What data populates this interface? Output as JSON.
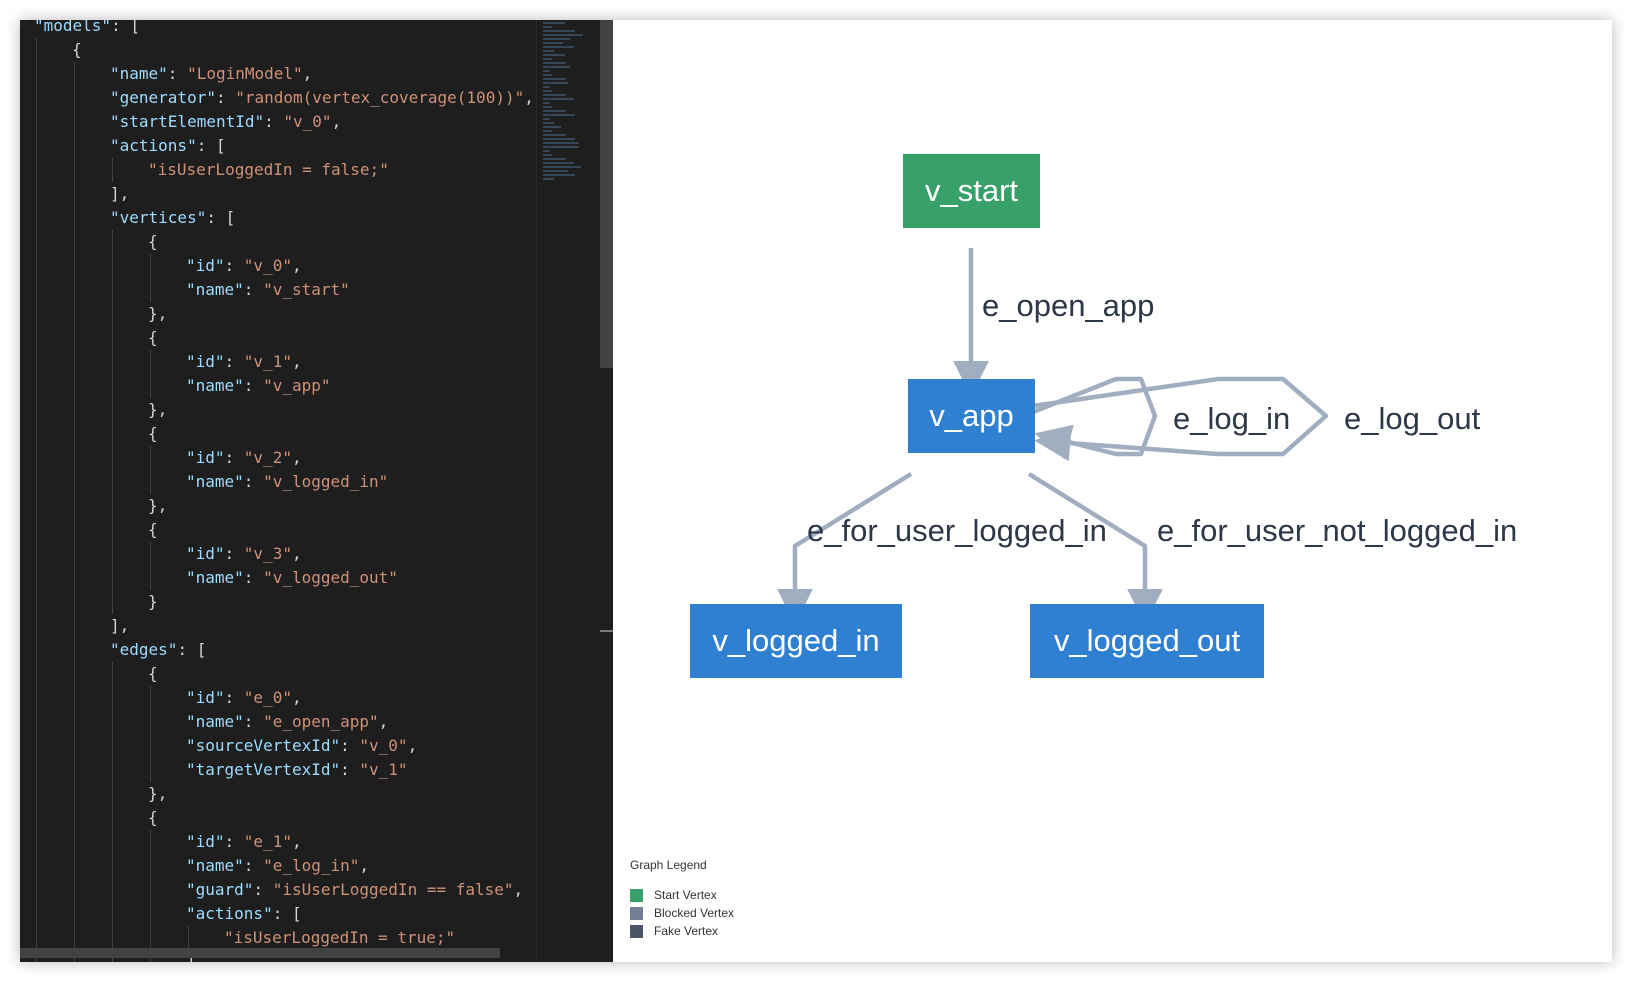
{
  "editor": {
    "code_lines": [
      {
        "indent": 0,
        "tokens": [
          {
            "t": "k",
            "v": "\"models\""
          },
          {
            "t": "p",
            "v": ": ["
          }
        ]
      },
      {
        "indent": 1,
        "tokens": [
          {
            "t": "p",
            "v": "{"
          }
        ]
      },
      {
        "indent": 2,
        "tokens": [
          {
            "t": "k",
            "v": "\"name\""
          },
          {
            "t": "p",
            "v": ": "
          },
          {
            "t": "s",
            "v": "\"LoginModel\""
          },
          {
            "t": "p",
            "v": ","
          }
        ]
      },
      {
        "indent": 2,
        "tokens": [
          {
            "t": "k",
            "v": "\"generator\""
          },
          {
            "t": "p",
            "v": ": "
          },
          {
            "t": "s",
            "v": "\"random(vertex_coverage(100))\""
          },
          {
            "t": "p",
            "v": ","
          }
        ]
      },
      {
        "indent": 2,
        "tokens": [
          {
            "t": "k",
            "v": "\"startElementId\""
          },
          {
            "t": "p",
            "v": ": "
          },
          {
            "t": "s",
            "v": "\"v_0\""
          },
          {
            "t": "p",
            "v": ","
          }
        ]
      },
      {
        "indent": 2,
        "tokens": [
          {
            "t": "k",
            "v": "\"actions\""
          },
          {
            "t": "p",
            "v": ": ["
          }
        ]
      },
      {
        "indent": 3,
        "tokens": [
          {
            "t": "s",
            "v": "\"isUserLoggedIn = false;\""
          }
        ]
      },
      {
        "indent": 2,
        "tokens": [
          {
            "t": "p",
            "v": "],"
          }
        ]
      },
      {
        "indent": 2,
        "tokens": [
          {
            "t": "k",
            "v": "\"vertices\""
          },
          {
            "t": "p",
            "v": ": ["
          }
        ]
      },
      {
        "indent": 3,
        "tokens": [
          {
            "t": "p",
            "v": "{"
          }
        ]
      },
      {
        "indent": 4,
        "tokens": [
          {
            "t": "k",
            "v": "\"id\""
          },
          {
            "t": "p",
            "v": ": "
          },
          {
            "t": "s",
            "v": "\"v_0\""
          },
          {
            "t": "p",
            "v": ","
          }
        ]
      },
      {
        "indent": 4,
        "tokens": [
          {
            "t": "k",
            "v": "\"name\""
          },
          {
            "t": "p",
            "v": ": "
          },
          {
            "t": "s",
            "v": "\"v_start\""
          }
        ]
      },
      {
        "indent": 3,
        "tokens": [
          {
            "t": "p",
            "v": "},"
          }
        ]
      },
      {
        "indent": 3,
        "tokens": [
          {
            "t": "p",
            "v": "{"
          }
        ]
      },
      {
        "indent": 4,
        "tokens": [
          {
            "t": "k",
            "v": "\"id\""
          },
          {
            "t": "p",
            "v": ": "
          },
          {
            "t": "s",
            "v": "\"v_1\""
          },
          {
            "t": "p",
            "v": ","
          }
        ]
      },
      {
        "indent": 4,
        "tokens": [
          {
            "t": "k",
            "v": "\"name\""
          },
          {
            "t": "p",
            "v": ": "
          },
          {
            "t": "s",
            "v": "\"v_app\""
          }
        ]
      },
      {
        "indent": 3,
        "tokens": [
          {
            "t": "p",
            "v": "},"
          }
        ]
      },
      {
        "indent": 3,
        "tokens": [
          {
            "t": "p",
            "v": "{"
          }
        ]
      },
      {
        "indent": 4,
        "tokens": [
          {
            "t": "k",
            "v": "\"id\""
          },
          {
            "t": "p",
            "v": ": "
          },
          {
            "t": "s",
            "v": "\"v_2\""
          },
          {
            "t": "p",
            "v": ","
          }
        ]
      },
      {
        "indent": 4,
        "tokens": [
          {
            "t": "k",
            "v": "\"name\""
          },
          {
            "t": "p",
            "v": ": "
          },
          {
            "t": "s",
            "v": "\"v_logged_in\""
          }
        ]
      },
      {
        "indent": 3,
        "tokens": [
          {
            "t": "p",
            "v": "},"
          }
        ]
      },
      {
        "indent": 3,
        "tokens": [
          {
            "t": "p",
            "v": "{"
          }
        ]
      },
      {
        "indent": 4,
        "tokens": [
          {
            "t": "k",
            "v": "\"id\""
          },
          {
            "t": "p",
            "v": ": "
          },
          {
            "t": "s",
            "v": "\"v_3\""
          },
          {
            "t": "p",
            "v": ","
          }
        ]
      },
      {
        "indent": 4,
        "tokens": [
          {
            "t": "k",
            "v": "\"name\""
          },
          {
            "t": "p",
            "v": ": "
          },
          {
            "t": "s",
            "v": "\"v_logged_out\""
          }
        ]
      },
      {
        "indent": 3,
        "tokens": [
          {
            "t": "p",
            "v": "}"
          }
        ]
      },
      {
        "indent": 2,
        "tokens": [
          {
            "t": "p",
            "v": "],"
          }
        ]
      },
      {
        "indent": 2,
        "tokens": [
          {
            "t": "k",
            "v": "\"edges\""
          },
          {
            "t": "p",
            "v": ": ["
          }
        ]
      },
      {
        "indent": 3,
        "tokens": [
          {
            "t": "p",
            "v": "{"
          }
        ]
      },
      {
        "indent": 4,
        "tokens": [
          {
            "t": "k",
            "v": "\"id\""
          },
          {
            "t": "p",
            "v": ": "
          },
          {
            "t": "s",
            "v": "\"e_0\""
          },
          {
            "t": "p",
            "v": ","
          }
        ]
      },
      {
        "indent": 4,
        "tokens": [
          {
            "t": "k",
            "v": "\"name\""
          },
          {
            "t": "p",
            "v": ": "
          },
          {
            "t": "s",
            "v": "\"e_open_app\""
          },
          {
            "t": "p",
            "v": ","
          }
        ]
      },
      {
        "indent": 4,
        "tokens": [
          {
            "t": "k",
            "v": "\"sourceVertexId\""
          },
          {
            "t": "p",
            "v": ": "
          },
          {
            "t": "s",
            "v": "\"v_0\""
          },
          {
            "t": "p",
            "v": ","
          }
        ]
      },
      {
        "indent": 4,
        "tokens": [
          {
            "t": "k",
            "v": "\"targetVertexId\""
          },
          {
            "t": "p",
            "v": ": "
          },
          {
            "t": "s",
            "v": "\"v_1\""
          }
        ]
      },
      {
        "indent": 3,
        "tokens": [
          {
            "t": "p",
            "v": "},"
          }
        ]
      },
      {
        "indent": 3,
        "tokens": [
          {
            "t": "p",
            "v": "{"
          }
        ]
      },
      {
        "indent": 4,
        "tokens": [
          {
            "t": "k",
            "v": "\"id\""
          },
          {
            "t": "p",
            "v": ": "
          },
          {
            "t": "s",
            "v": "\"e_1\""
          },
          {
            "t": "p",
            "v": ","
          }
        ]
      },
      {
        "indent": 4,
        "tokens": [
          {
            "t": "k",
            "v": "\"name\""
          },
          {
            "t": "p",
            "v": ": "
          },
          {
            "t": "s",
            "v": "\"e_log_in\""
          },
          {
            "t": "p",
            "v": ","
          }
        ]
      },
      {
        "indent": 4,
        "tokens": [
          {
            "t": "k",
            "v": "\"guard\""
          },
          {
            "t": "p",
            "v": ": "
          },
          {
            "t": "s",
            "v": "\"isUserLoggedIn == false\""
          },
          {
            "t": "p",
            "v": ","
          }
        ]
      },
      {
        "indent": 4,
        "tokens": [
          {
            "t": "k",
            "v": "\"actions\""
          },
          {
            "t": "p",
            "v": ": ["
          }
        ]
      },
      {
        "indent": 5,
        "tokens": [
          {
            "t": "s",
            "v": "\"isUserLoggedIn = true;\""
          }
        ]
      },
      {
        "indent": 4,
        "tokens": [
          {
            "t": "p",
            "v": "]"
          }
        ]
      }
    ]
  },
  "graph": {
    "vertices": {
      "v_start": "v_start",
      "v_app": "v_app",
      "v_logged_in": "v_logged_in",
      "v_logged_out": "v_logged_out"
    },
    "edges": {
      "e_open_app": "e_open_app",
      "e_log_in": "e_log_in",
      "e_log_out": "e_log_out",
      "e_for_user_logged_in": "e_for_user_logged_in",
      "e_for_user_not_logged_in": "e_for_user_not_logged_in"
    },
    "colors": {
      "start_vertex": "#38a169",
      "vertex": "#2f80d1",
      "blocked_vertex": "#718096",
      "fake_vertex": "#4a5568",
      "edge": "#a0aec0"
    }
  },
  "legend": {
    "title": "Graph Legend",
    "items": [
      {
        "label": "Start Vertex",
        "color": "#38a169"
      },
      {
        "label": "Blocked Vertex",
        "color": "#718096"
      },
      {
        "label": "Fake Vertex",
        "color": "#4a5568"
      }
    ]
  }
}
